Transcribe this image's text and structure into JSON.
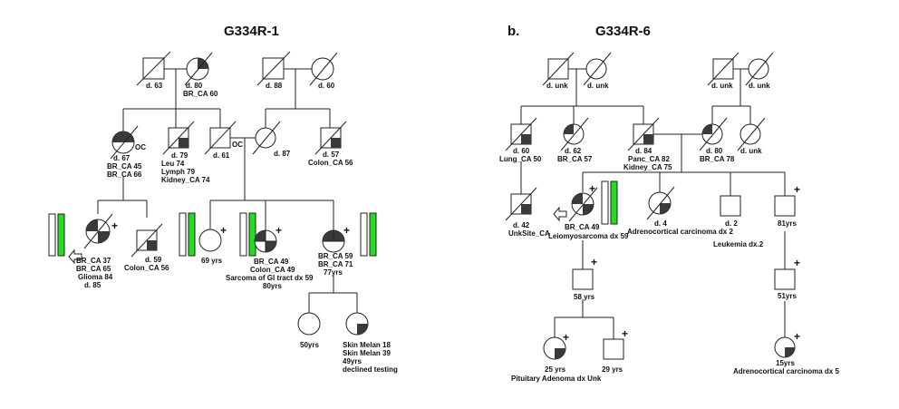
{
  "panel_a": {
    "title": "G334R-1",
    "gen1_l_male": "d. 63",
    "gen1_l_female": [
      "d. 80",
      "BR_CA 60"
    ],
    "gen1_r_male": "d. 88",
    "gen1_r_female": "d. 60",
    "aunt": [
      "d. 67",
      "BR_CA 45",
      "BR_CA 66"
    ],
    "aunt_oc": "OC",
    "uncle": [
      "d. 79",
      "Leu  74",
      "Lymph  79",
      "Kidney_CA  74"
    ],
    "father": "d. 61",
    "father_oc": "OC",
    "mother": "d. 87",
    "mat_uncle": [
      "d. 57",
      "Colon_CA  56"
    ],
    "proband": [
      "BR_CA 37",
      "BR_CA 65",
      "Glioma 84",
      "d. 85"
    ],
    "proband_spouse": [
      "d. 59",
      "Colon_CA  56"
    ],
    "sib1": "69 yrs",
    "sib2": [
      "BR_CA 49",
      "Colon_CA  49",
      "Sarcoma of GI tract dx 59",
      "80yrs"
    ],
    "sib3": [
      "BR_CA 59",
      "BR_CA 71",
      "77yrs"
    ],
    "child1": "50yrs",
    "child2": [
      "Skin Melan 18",
      "Skin Melan 39",
      "49yrs",
      "declined testing"
    ],
    "plus": "+"
  },
  "panel_b": {
    "label": "b.",
    "title": "G334R-6",
    "gp_l_male": "d. unk",
    "gp_l_female": "d. unk",
    "gp_r_male": "d. unk",
    "gp_r_female": "d. unk",
    "uncle1": [
      "d. 60",
      "Lung_CA  50"
    ],
    "aunt1": [
      "d. 62",
      "BR_CA 57"
    ],
    "father": [
      "d. 84",
      "Panc_CA 82",
      "Kidney_CA 75"
    ],
    "mother": [
      "d. 80",
      "BR_CA 78"
    ],
    "mother_sib": "d. unk",
    "cousin": [
      "d. 42",
      "UnkSite_CA"
    ],
    "proband": [
      "BR_CA 49",
      "Leiomyosarcoma dx 59"
    ],
    "sib_f": [
      "d. 4",
      "Adrenocortical carcinoma dx 2"
    ],
    "sib_m1": [
      "d. 2",
      "Leukemia dx.2"
    ],
    "sib_m2": "81yrs",
    "son": "58 yrs",
    "gd1": [
      "25 yrs",
      "Pituitary Adenoma dx Unk"
    ],
    "gs1": "29 yrs",
    "son2": "51yrs",
    "gd2": [
      "15yrs",
      "Adrenocortical carcinoma dx 5"
    ],
    "plus": "+"
  },
  "colors": {
    "test_bar": "#22dd22",
    "fill": "#3a3a3a"
  }
}
